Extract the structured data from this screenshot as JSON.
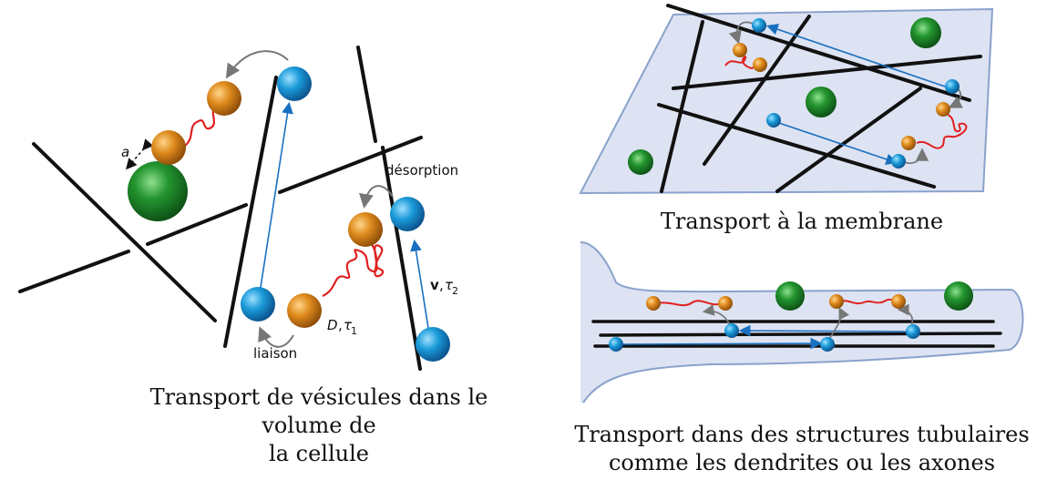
{
  "left_panel": {
    "labels": {
      "a": "a",
      "desorption": "désorption",
      "liaison": "liaison",
      "D": "D",
      "tau1": "τ",
      "tau1_sub": "1",
      "v": "v",
      "tau2": "τ",
      "tau2_sub": "2"
    },
    "caption": [
      "Transport de vésicules dans le volume de",
      "la cellule"
    ]
  },
  "top_right_panel": {
    "caption": "Transport à la membrane"
  },
  "bottom_right_panel": {
    "caption": [
      "Transport dans des structures tubulaires",
      "comme les dendrites ou les axones"
    ]
  },
  "colors": {
    "microtubule": "#111111",
    "motor_blue": "#1a8fd0",
    "vesicle_orange": "#d98a1f",
    "protein_green": "#1e8a2e",
    "tether_red": "#e02020",
    "arrow_blue": "#1a70c0",
    "arrow_gray": "#777777",
    "membrane_fill": "#dde3f2",
    "membrane_edge": "#8aa2cc"
  }
}
